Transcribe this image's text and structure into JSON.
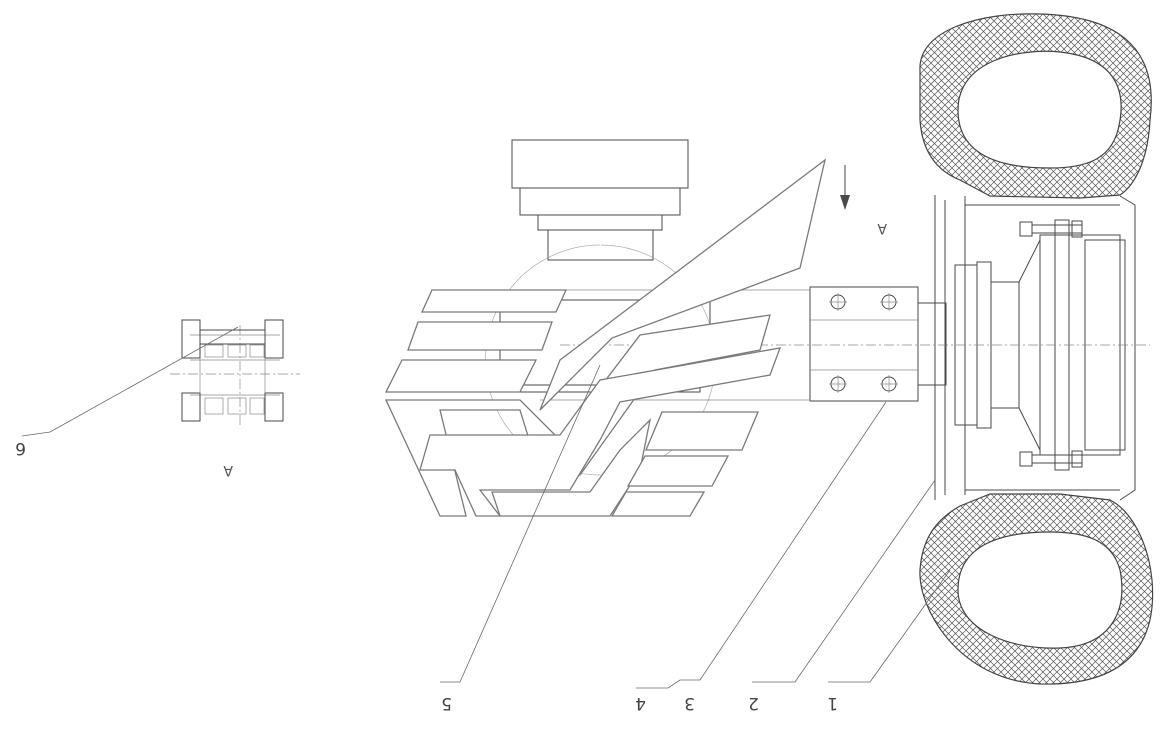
{
  "labels": {
    "part_1": "1",
    "part_2": "2",
    "part_3": "3",
    "part_4": "4",
    "part_5": "5",
    "part_6": "6",
    "view_mark": "A",
    "detail_view": "A"
  },
  "hatch_color": "#555555",
  "line_color": "#4a4a4a"
}
